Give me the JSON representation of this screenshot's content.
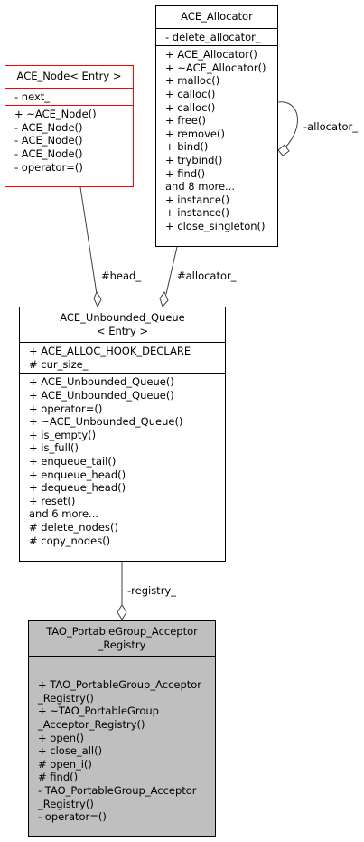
{
  "classes": {
    "allocator": {
      "title": [
        "ACE_Allocator"
      ],
      "attributes": [
        "- delete_allocator_"
      ],
      "methods": [
        "+ ACE_Allocator()",
        "+ ~ACE_Allocator()",
        "+ malloc()",
        "+ calloc()",
        "+ calloc()",
        "+ free()",
        "+ remove()",
        "+ bind()",
        "+ trybind()",
        "+ find()",
        "and 8 more...",
        "+ instance()",
        "+ instance()",
        "+ close_singleton()"
      ]
    },
    "node": {
      "title": [
        "ACE_Node< Entry >"
      ],
      "attributes": [
        "- next_"
      ],
      "methods": [
        "+ ~ACE_Node()",
        "- ACE_Node()",
        "- ACE_Node()",
        "- ACE_Node()",
        "- operator=()"
      ]
    },
    "queue": {
      "title": [
        "ACE_Unbounded_Queue",
        "< Entry >"
      ],
      "attributes": [
        "+ ACE_ALLOC_HOOK_DECLARE",
        "# cur_size_"
      ],
      "methods": [
        "+ ACE_Unbounded_Queue()",
        "+ ACE_Unbounded_Queue()",
        "+ operator=()",
        "+ ~ACE_Unbounded_Queue()",
        "+ is_empty()",
        "+ is_full()",
        "+ enqueue_tail()",
        "+ enqueue_head()",
        "+ dequeue_head()",
        "+ reset()",
        "and 6 more...",
        "# delete_nodes()",
        "# copy_nodes()"
      ]
    },
    "registry": {
      "title": [
        "TAO_PortableGroup_Acceptor",
        "_Registry"
      ],
      "attributes": [],
      "methods": [
        "+ TAO_PortableGroup_Acceptor",
        "_Registry()",
        "+ ~TAO_PortableGroup",
        "_Acceptor_Registry()",
        "+ open()",
        "+ close_all()",
        "# open_i()",
        "# find()",
        "- TAO_PortableGroup_Acceptor",
        "_Registry()",
        "- operator=()"
      ]
    }
  },
  "edges": {
    "head": "#head_",
    "allocator": "#allocator_",
    "allocator_self": "-allocator_",
    "registry": "-registry_"
  }
}
